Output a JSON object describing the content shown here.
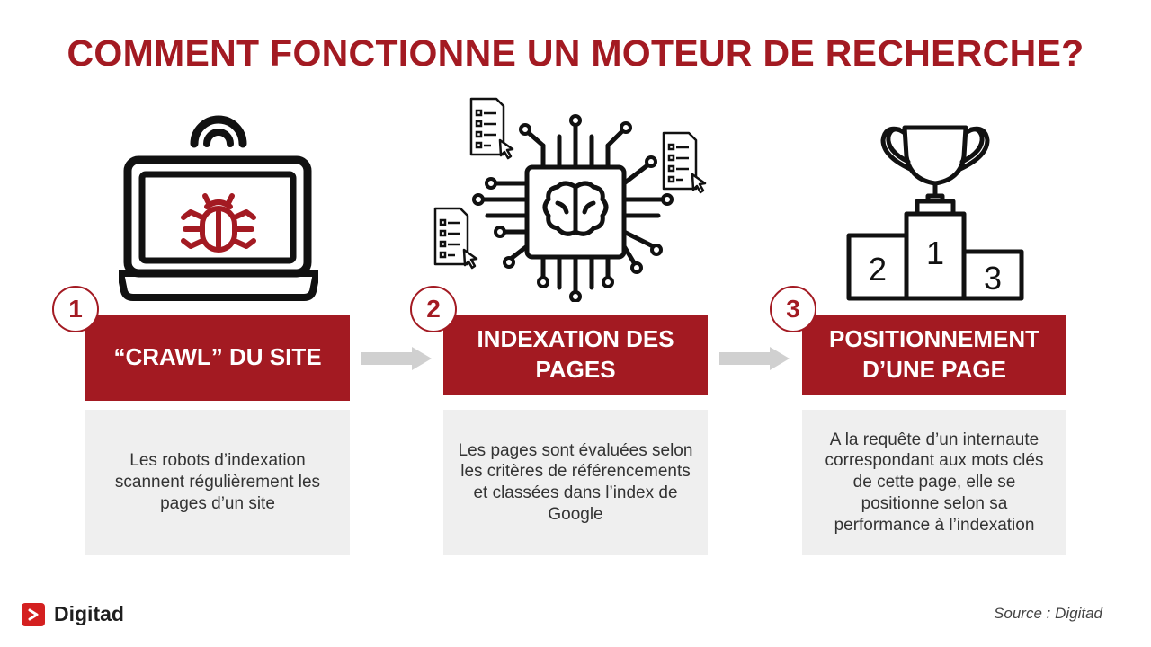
{
  "title": "COMMENT FONCTIONNE UN MOTEUR DE RECHERCHE?",
  "accent_color": "#a31a22",
  "steps": [
    {
      "number": "1",
      "icon": "laptop-bug-icon",
      "header": "“CRAWL” DU SITE",
      "description": "Les robots d’indexation scannent régulièrement les pages d’un site"
    },
    {
      "number": "2",
      "icon": "ai-chip-brain-icon",
      "header": "INDEXATION DES PAGES",
      "description": "Les pages sont évaluées selon les critères de référencements et classées dans l’index de Google"
    },
    {
      "number": "3",
      "icon": "trophy-podium-icon",
      "header": "POSITIONNEMENT D’UNE PAGE",
      "description": "A la requête d’un internaute correspondant aux mots clés de cette page, elle se positionne selon sa performance à l’indexation"
    }
  ],
  "podium_labels": [
    "2",
    "1",
    "3"
  ],
  "footer": {
    "brand": "Digitad",
    "source": "Source : Digitad"
  }
}
